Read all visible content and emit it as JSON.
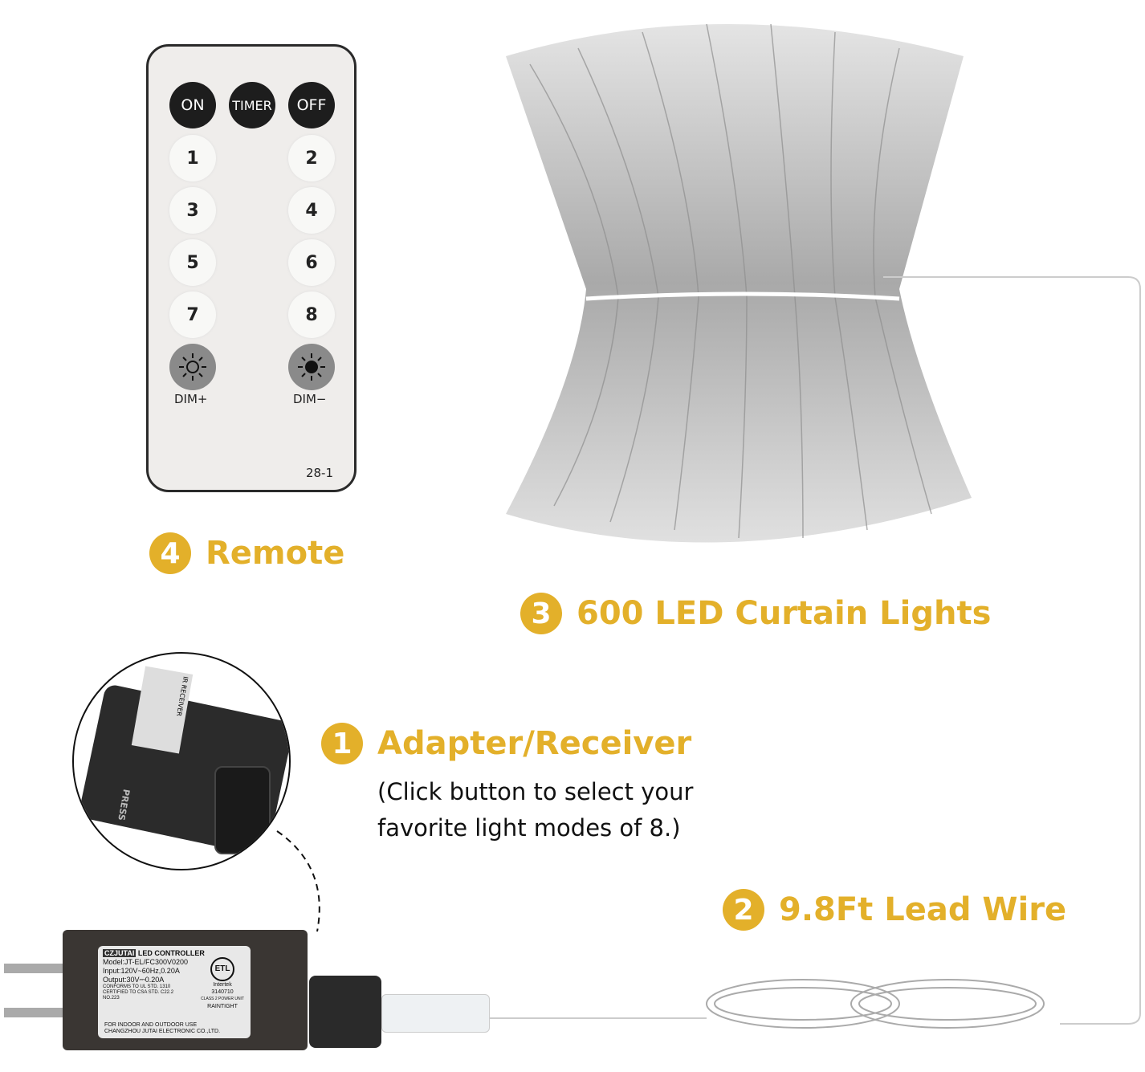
{
  "accent_color": "#e3b02a",
  "remote": {
    "top_buttons": [
      "ON",
      "TIMER",
      "OFF"
    ],
    "number_buttons": [
      "1",
      "2",
      "3",
      "4",
      "5",
      "6",
      "7",
      "8"
    ],
    "dim_plus": "DIM+",
    "dim_minus": "DIM−",
    "model": "28-1"
  },
  "labels": {
    "adapter": {
      "num": "1",
      "text": "Adapter/Receiver",
      "note_line1": "(Click button to select your",
      "note_line2": "favorite light modes of 8.)"
    },
    "lead_wire": {
      "num": "2",
      "text": "9.8Ft Lead Wire"
    },
    "curtain": {
      "num": "3",
      "text": "600 LED Curtain Lights"
    },
    "remote": {
      "num": "4",
      "text": "Remote"
    }
  },
  "adapter_sticker": {
    "brand": "CZJUTAI",
    "title": "LED CONTROLLER",
    "model": "Model:JT-EL/FC300V0200",
    "input": "Input:120V~60Hz,0.20A",
    "output": "Output:30V⎓0.20A",
    "ul": "CONFORMS TO UL STD. 1310",
    "csa": "CERTIFIED TO CSA STD. C22.2 NO.223",
    "etl": "ETL",
    "intertek": "Intertek",
    "cert_no": "3140710",
    "class": "CLASS 2 POWER UNIT",
    "raintight": "RAINTIGHT",
    "use": "FOR INDOOR AND OUTDOOR USE",
    "maker": "CHANGZHOU JUTAI ELECTRONIC CO.,LTD."
  },
  "receiver_closeup": {
    "label": "IR RECEIVER",
    "button": "PRESS"
  }
}
